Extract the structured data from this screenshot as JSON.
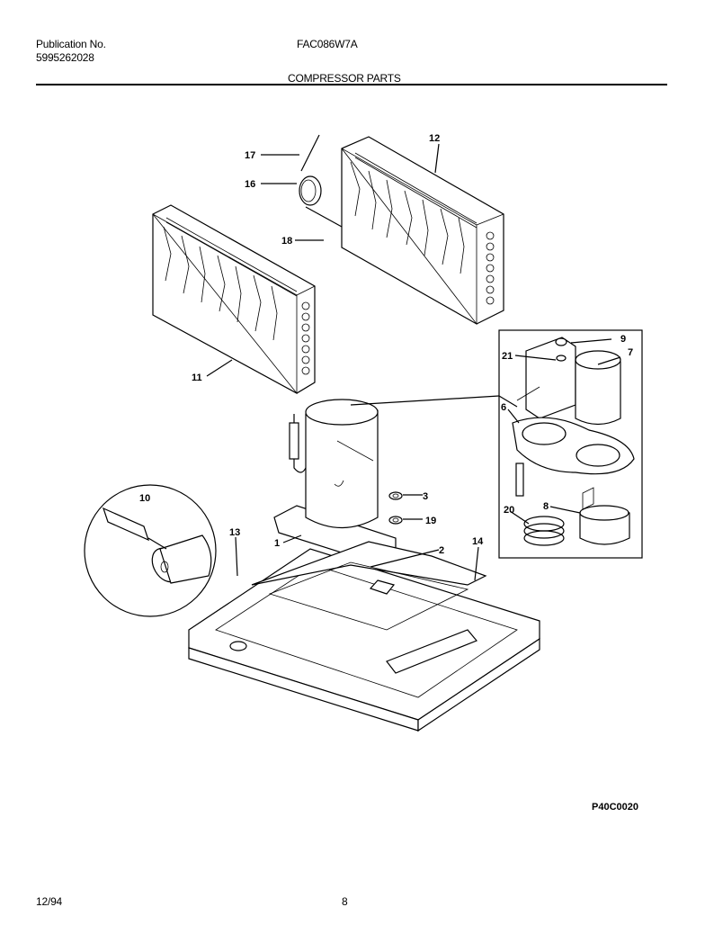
{
  "header": {
    "publication_label": "Publication No.",
    "publication_number": "5995262028",
    "model": "FAC086W7A",
    "section_title": "COMPRESSOR PARTS"
  },
  "diagram": {
    "callouts": [
      "1",
      "2",
      "3",
      "6",
      "7",
      "8",
      "9",
      "10",
      "11",
      "12",
      "13",
      "14",
      "16",
      "17",
      "18",
      "19",
      "20",
      "21"
    ],
    "drawing_code": "P40C0020"
  },
  "footer": {
    "date": "12/94",
    "page_number": "8"
  }
}
